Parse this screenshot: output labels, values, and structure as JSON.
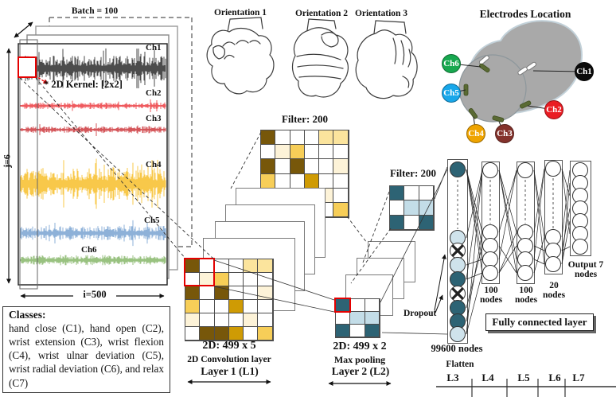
{
  "signals": {
    "batch_label": "Batch = 100",
    "kernel_note": "* 2D Kernel: [2x2]",
    "j_label": "j=6",
    "i_label": "i=500",
    "channels": [
      {
        "label": "Ch1",
        "color": "#111111"
      },
      {
        "label": "Ch2",
        "color": "#e8131a"
      },
      {
        "label": "Ch3",
        "color": "#c30d13"
      },
      {
        "label": "Ch4",
        "color": "#f6b60e"
      },
      {
        "label": "Ch5",
        "color": "#5d90c8"
      },
      {
        "label": "Ch6",
        "color": "#6ea84b"
      }
    ]
  },
  "orientations": {
    "items": [
      {
        "label": "Orientation 1"
      },
      {
        "label": "Orientation 2"
      },
      {
        "label": "Orientation 3"
      }
    ]
  },
  "electrodes": {
    "title": "Electrodes Location",
    "channels": [
      {
        "label": "Ch1",
        "color": "#0b0b0b"
      },
      {
        "label": "Ch2",
        "color": "#ea1c23"
      },
      {
        "label": "Ch3",
        "color": "#84322b"
      },
      {
        "label": "Ch4",
        "color": "#efa400"
      },
      {
        "label": "Ch5",
        "color": "#18a7ea"
      },
      {
        "label": "Ch6",
        "color": "#17a84f"
      }
    ]
  },
  "conv": {
    "filter1_label": "Filter: 200",
    "filter2_label": "Filter: 200",
    "palette_yellow": {
      "w": "#ffffff",
      "d": "#77570a",
      "g": "#cf9b04",
      "y": "#f7ce58",
      "l": "#fbe49d",
      "c": "#fdf3d8"
    },
    "grid_filter1": [
      [
        "d",
        "w",
        "w",
        "w",
        "l",
        "l"
      ],
      [
        "w",
        "c",
        "y",
        "w",
        "w",
        "w"
      ],
      [
        "d",
        "w",
        "d",
        "w",
        "w",
        "c"
      ],
      [
        "y",
        "w",
        "w",
        "g",
        "w",
        "w"
      ],
      [
        "c",
        "w",
        "w",
        "w",
        "c",
        "w"
      ],
      [
        "w",
        "d",
        "d",
        "g",
        "w",
        "y"
      ]
    ],
    "grid_l1": [
      [
        "d",
        "w",
        "w",
        "w",
        "l",
        "l"
      ],
      [
        "w",
        "c",
        "y",
        "w",
        "w",
        "w"
      ],
      [
        "d",
        "w",
        "d",
        "w",
        "w",
        "c"
      ],
      [
        "y",
        "w",
        "w",
        "g",
        "w",
        "w"
      ],
      [
        "c",
        "w",
        "w",
        "w",
        "c",
        "w"
      ],
      [
        "w",
        "d",
        "d",
        "g",
        "w",
        "y"
      ]
    ],
    "palette_blue": {
      "w": "#ffffff",
      "d": "#2d6374",
      "l": "#c3dde8"
    },
    "grid_filter2": [
      [
        "d",
        "w",
        "w"
      ],
      [
        "w",
        "l",
        "l"
      ],
      [
        "d",
        "w",
        "d"
      ]
    ],
    "grid_l2": [
      [
        "d",
        "w",
        "w"
      ],
      [
        "w",
        "l",
        "l"
      ],
      [
        "d",
        "w",
        "d"
      ]
    ],
    "l1_dim": "2D: 499 x 5",
    "l1_name": "2D Convolution layer",
    "l1_layer": "Layer 1 (L1)",
    "l2_dim": "2D: 499 x 2",
    "l2_name": "Max pooling",
    "l2_layer": "Layer 2 (L2)"
  },
  "fc": {
    "dropout_label": "Dropout",
    "flatten_count": "99600 nodes",
    "flatten_label": "Flatten",
    "box_label": "Fully connected layer",
    "node_palette": {
      "dark": "#2d6374",
      "light": "#cfe3ec"
    },
    "l3_nodes": [
      "dark",
      "light",
      "x",
      "light",
      "dark",
      "x",
      "dark",
      "dark",
      "light"
    ],
    "columns": [
      {
        "label": "100 nodes"
      },
      {
        "label": "100 nodes"
      },
      {
        "label": "20 nodes"
      }
    ],
    "output_label": "Output 7 nodes",
    "ruler": [
      {
        "label": "L3"
      },
      {
        "label": "L4"
      },
      {
        "label": "L5"
      },
      {
        "label": "L6"
      },
      {
        "label": "L7"
      }
    ]
  },
  "classes": {
    "title": "Classes:",
    "body": "hand close (C1), hand open (C2), wrist extension (C3), wrist flexion (C4), wrist ulnar deviation (C5), wrist radial deviation (C6), and relax (C7)"
  }
}
